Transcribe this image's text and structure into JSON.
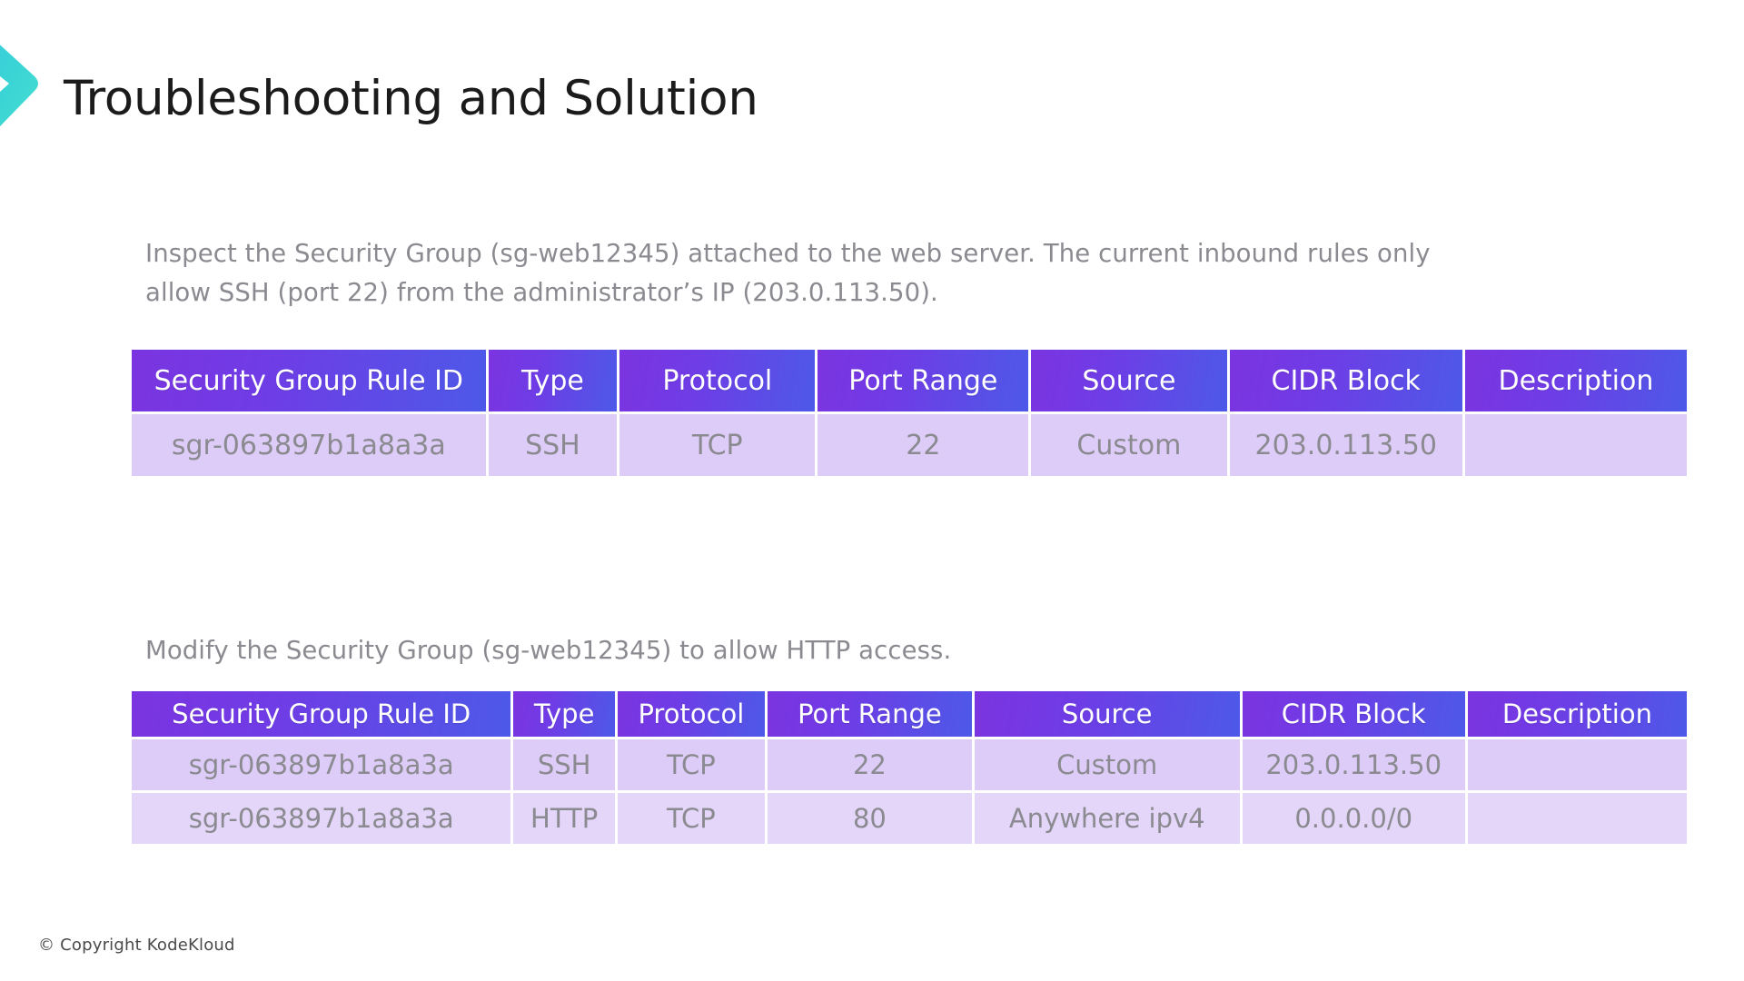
{
  "brand": {
    "logo_icon": "chevron-right-icon",
    "gradient_from": "#33d7d7",
    "gradient_to": "#3fb7de"
  },
  "header": {
    "title": "Troubleshooting and Solution"
  },
  "sections": [
    {
      "paragraph": "Inspect the Security Group (sg-web12345) attached to the web server. The current inbound rules only allow SSH (port 22) from the administrator’s IP (203.0.113.50)."
    },
    {
      "paragraph": "Modify the Security Group (sg-web12345) to allow HTTP access."
    }
  ],
  "table_columns": [
    "Security Group Rule ID",
    "Type",
    "Protocol",
    "Port Range",
    "Source",
    "CIDR Block",
    "Description"
  ],
  "table_1": {
    "rows": [
      {
        "rule_id": "sgr-063897b1a8a3a",
        "type": "SSH",
        "protocol": "TCP",
        "port_range": "22",
        "source": "Custom",
        "cidr_block": "203.0.113.50",
        "description": ""
      }
    ]
  },
  "table_2": {
    "rows": [
      {
        "rule_id": "sgr-063897b1a8a3a",
        "type": "SSH",
        "protocol": "TCP",
        "port_range": "22",
        "source": "Custom",
        "cidr_block": "203.0.113.50",
        "description": ""
      },
      {
        "rule_id": "sgr-063897b1a8a3a",
        "type": "HTTP",
        "protocol": "TCP",
        "port_range": "80",
        "source": "Anywhere ipv4",
        "cidr_block": "0.0.0.0/0",
        "description": ""
      }
    ]
  },
  "footer": {
    "copyright": "© Copyright KodeKloud"
  },
  "colors": {
    "header_gradient_start": "#7b34e0",
    "header_gradient_end": "#4d59e8",
    "row_background": "#ddccf7",
    "row_background_alt": "#e3d6f9",
    "body_text": "#8a8a90",
    "title_text": "#1b1b1b"
  }
}
